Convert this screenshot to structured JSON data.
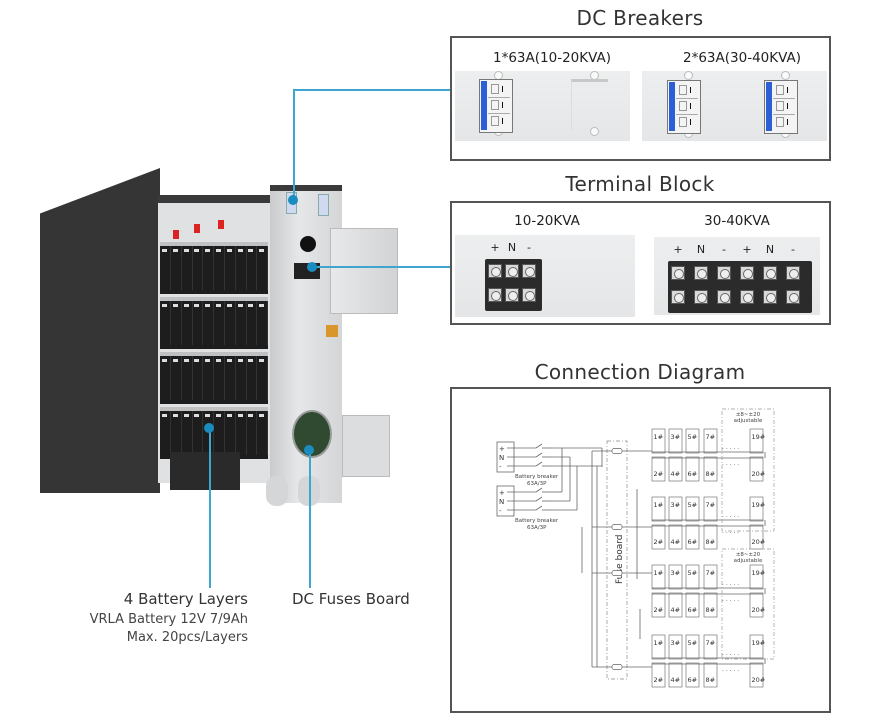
{
  "colors": {
    "callout": "#3ea6cf",
    "callout_dot": "#1a8cc0",
    "breaker_lever": "#2c5fd6",
    "panel_border": "#555555",
    "cabinet_dark": "#2e2e2e"
  },
  "product": {
    "callouts": [
      {
        "id": "battery-layers",
        "title": "4 Battery Layers",
        "details": [
          "VRLA Battery 12V 7/9Ah",
          "Max. 20pcs/Layers"
        ]
      },
      {
        "id": "dc-fuses-board",
        "title": "DC Fuses Board",
        "details": []
      }
    ],
    "battery_layers": 4,
    "batteries_per_layer_visible": 10
  },
  "dc_breakers": {
    "title": "DC Breakers",
    "variants": [
      {
        "label": "1*63A(10-20KVA)",
        "breaker_count": 1
      },
      {
        "label": "2*63A(30-40KVA)",
        "breaker_count": 2
      }
    ]
  },
  "terminal_block": {
    "title": "Terminal Block",
    "variants": [
      {
        "label": "10-20KVA",
        "terminals": [
          "+",
          "N",
          "-"
        ]
      },
      {
        "label": "30-40KVA",
        "terminals": [
          "+",
          "N",
          "-",
          "+",
          "N",
          "-"
        ]
      }
    ]
  },
  "connection_diagram": {
    "title": "Connection Diagram",
    "breaker_label_line1": "Battery breaker",
    "breaker_label_line2": "63A/3P",
    "input_terminals": [
      "+",
      "N",
      "-"
    ],
    "fuse_board_label": "Fuse board",
    "adjustable_label_line1": "±8~±20",
    "adjustable_label_line2": "adjustable",
    "ellipsis": "· · · · ·",
    "battery_top_row": [
      "1#",
      "3#",
      "5#",
      "7#",
      "19#"
    ],
    "battery_bottom_row": [
      "2#",
      "4#",
      "6#",
      "8#",
      "20#"
    ],
    "string_groups": 4
  }
}
